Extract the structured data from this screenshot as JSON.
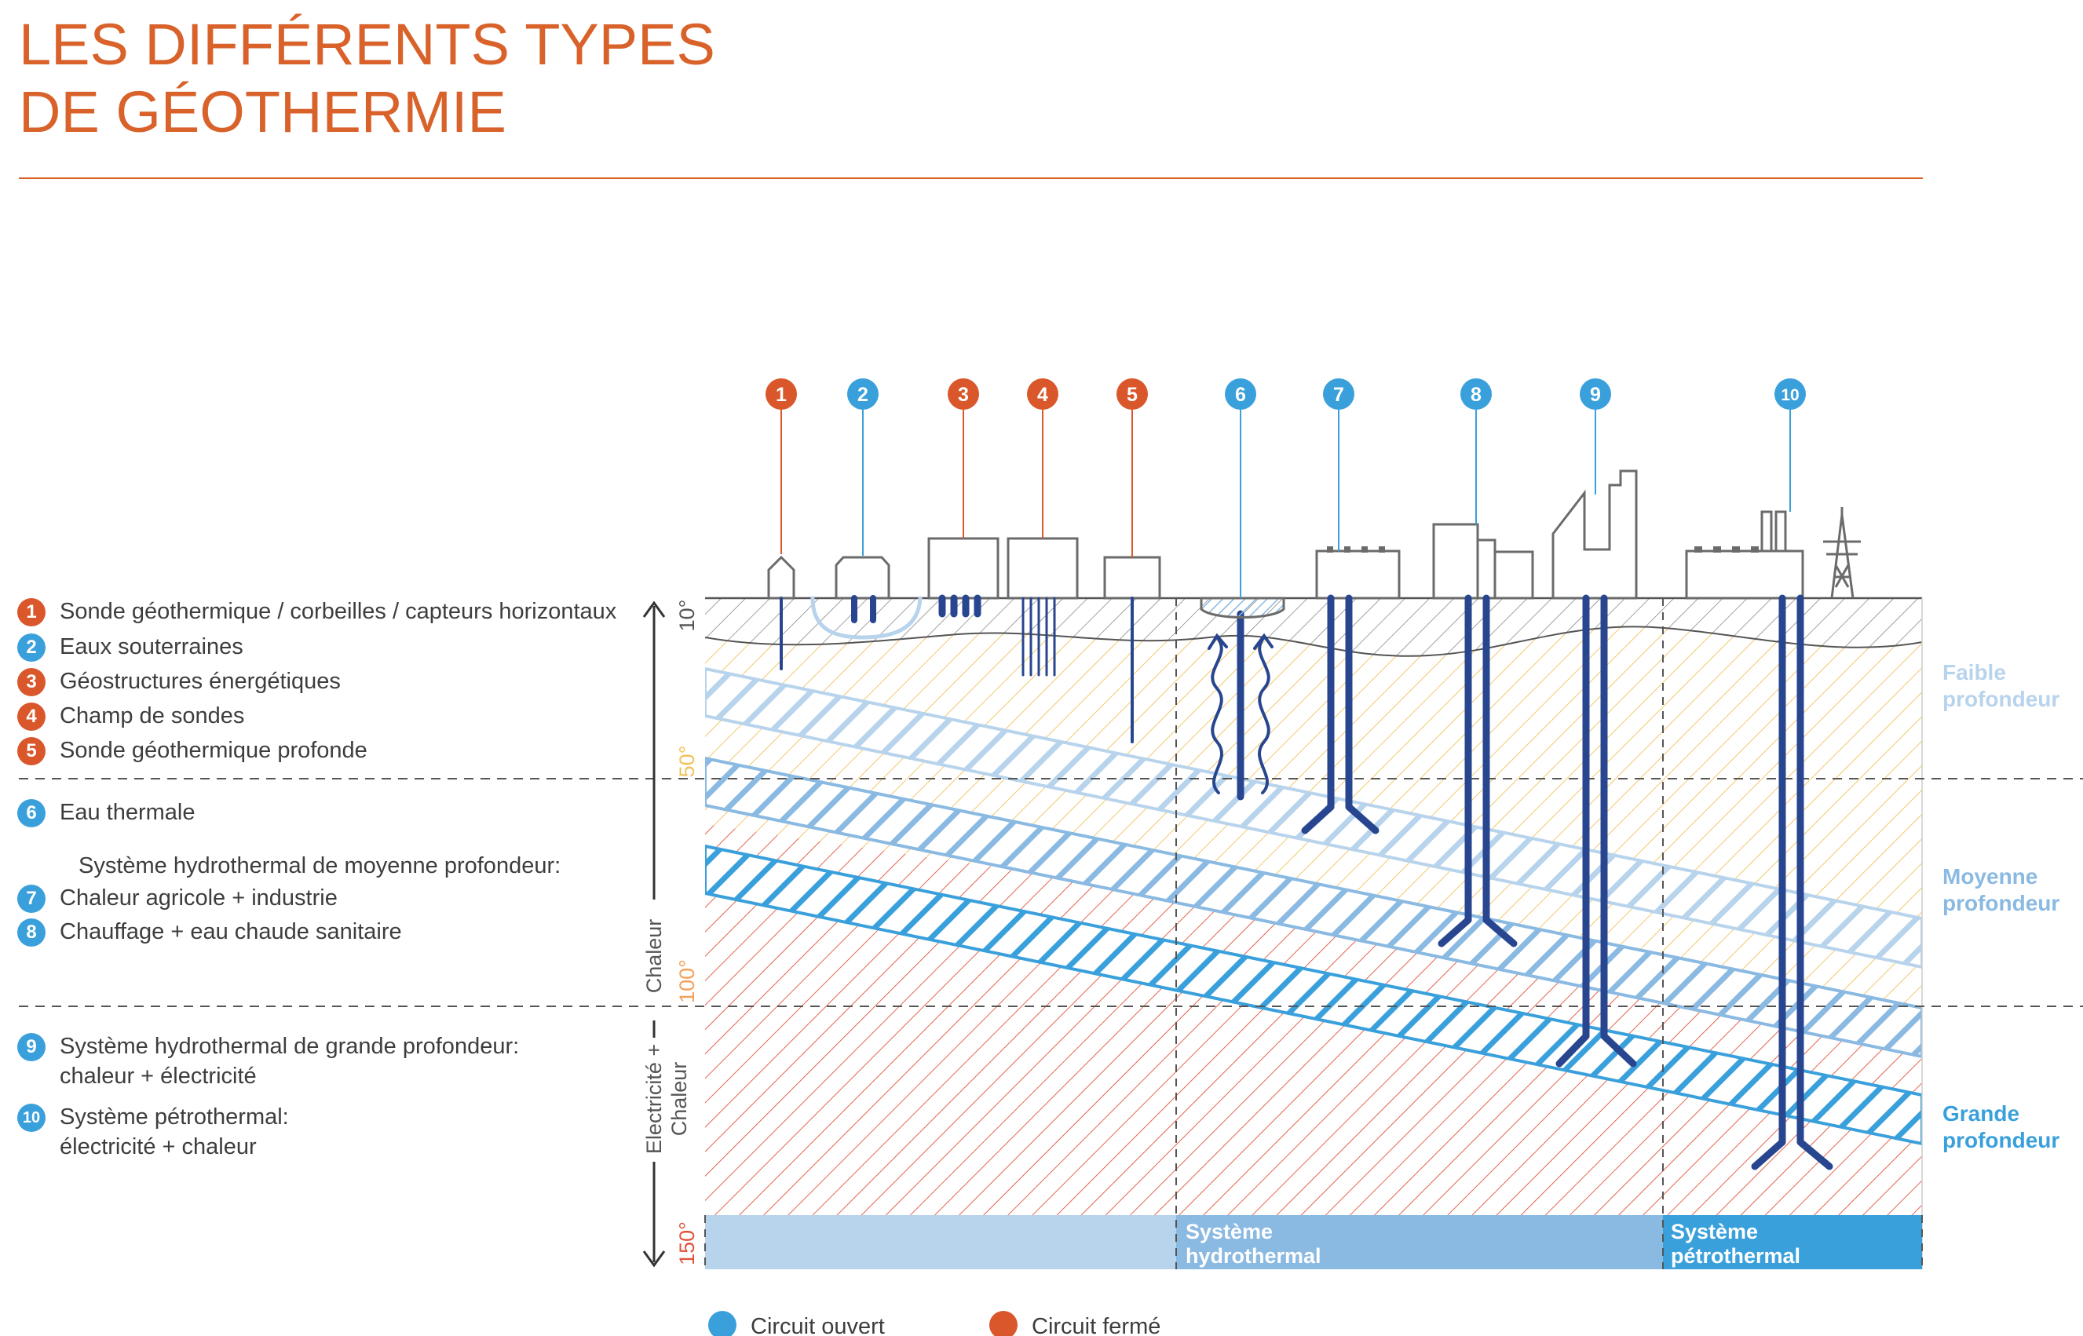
{
  "title": {
    "line1": "LES DIFFÉRENTS TYPES",
    "line2": "DE GÉOTHERMIE"
  },
  "colors": {
    "closed_circuit": "#d9572b",
    "open_circuit": "#3aa0dc",
    "title": "#d9622b",
    "pipe": "#28468f",
    "band_light": "#b8d3ec",
    "band_mid": "#8ab9e2",
    "band_dark": "#3aa0dc"
  },
  "legend": {
    "items": [
      {
        "num": "1",
        "type": "closed",
        "text": "Sonde géothermique / corbeilles / capteurs horizontaux"
      },
      {
        "num": "2",
        "type": "open",
        "text": "Eaux souterraines"
      },
      {
        "num": "3",
        "type": "closed",
        "text": "Géostructures énergétiques"
      },
      {
        "num": "4",
        "type": "closed",
        "text": "Champ de sondes"
      },
      {
        "num": "5",
        "type": "closed",
        "text": "Sonde géothermique profonde"
      },
      {
        "num": "6",
        "type": "open",
        "text": "Eau thermale"
      },
      {
        "num": "7",
        "type": "open",
        "text": "Chaleur agricole + industrie"
      },
      {
        "num": "8",
        "type": "open",
        "text": "Chauffage + eau chaude sanitaire"
      },
      {
        "num": "9",
        "type": "open",
        "text": "Système hydrothermal de grande profondeur:",
        "text2": "chaleur + électricité"
      },
      {
        "num": "10",
        "type": "open",
        "text": "Système pétrothermal:",
        "text2": "électricité + chaleur"
      }
    ],
    "subheading": "Système hydrothermal de moyenne profondeur:"
  },
  "markers": [
    {
      "num": "1",
      "type": "closed"
    },
    {
      "num": "2",
      "type": "open"
    },
    {
      "num": "3",
      "type": "closed"
    },
    {
      "num": "4",
      "type": "closed"
    },
    {
      "num": "5",
      "type": "closed"
    },
    {
      "num": "6",
      "type": "open"
    },
    {
      "num": "7",
      "type": "open"
    },
    {
      "num": "8",
      "type": "open"
    },
    {
      "num": "9",
      "type": "open"
    },
    {
      "num": "10",
      "type": "open"
    }
  ],
  "axis": {
    "temp_labels": [
      "10°",
      "50°",
      "100°",
      "150°"
    ],
    "use_upper": "Chaleur",
    "use_lower_1": "Electricité +",
    "use_lower_2": "Chaleur"
  },
  "depth_labels": {
    "shallow_1": "Faible",
    "shallow_2": "profondeur",
    "medium_1": "Moyenne",
    "medium_2": "profondeur",
    "deep_1": "Grande",
    "deep_2": "profondeur"
  },
  "systems": {
    "hydro_1": "Système",
    "hydro_2": "hydrothermal",
    "petro_1": "Système",
    "petro_2": "pétrothermal"
  },
  "bottom_legend": {
    "open": "Circuit ouvert",
    "closed": "Circuit fermé"
  }
}
